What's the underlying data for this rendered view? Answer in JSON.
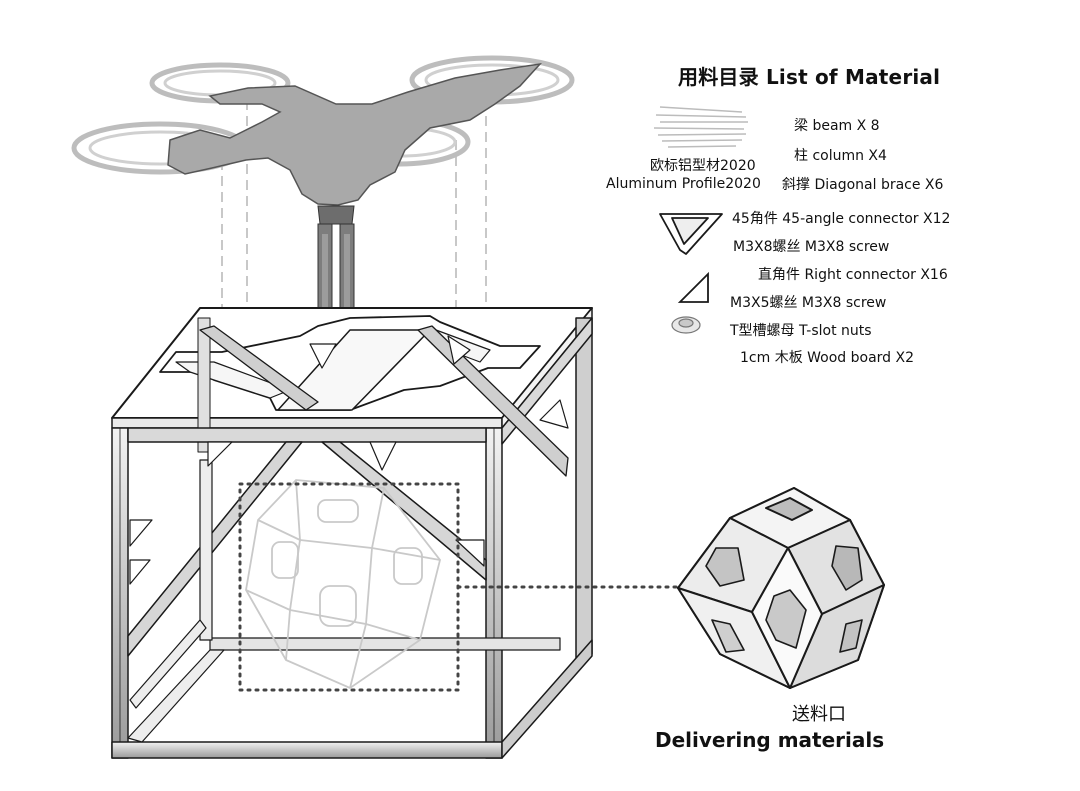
{
  "legend": {
    "title": "用料目录 List of Material",
    "beam": "梁  beam X 8",
    "column": "柱  column X4",
    "diagonal": "斜撑  Diagonal brace X6",
    "profile_cn": "欧标铝型材2020",
    "profile_en": "Aluminum Profile2020",
    "angle_connector": "45角件  45-angle connector X12",
    "m3x8_screw": "M3X8螺丝  M3X8 screw",
    "right_connector": "直角件  Right connector X16",
    "m3x5_screw": "M3X5螺丝  M3X8 screw",
    "tslot_nuts": "T型槽螺母  T-slot nuts",
    "wood_board": "1cm 木板  Wood board X2"
  },
  "outlet": {
    "label_cn": "送料口",
    "label_en": "Delivering materials"
  },
  "colors": {
    "line": "#1a1a1a",
    "frame_fill": "#d9d9d9",
    "drone_fill": "#a9a9a9",
    "rotor_ring": "#bfbfbf",
    "poly_fill": "#e6e6e6"
  }
}
